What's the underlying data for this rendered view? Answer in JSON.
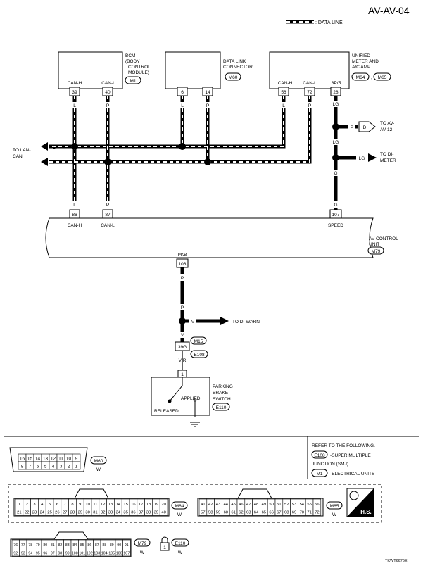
{
  "title": "AV-AV-04",
  "legend": {
    "label": ": DATA LINE"
  },
  "bcm": {
    "name_lines": [
      "BCM",
      "(BODY",
      "CONTROL",
      "MODULE)"
    ],
    "ref": "M1",
    "pins": [
      {
        "signal": "CAN-H",
        "pin": "39",
        "color": "L"
      },
      {
        "signal": "CAN-L",
        "pin": "40",
        "color": "P"
      }
    ]
  },
  "dlc": {
    "name_lines": [
      "DATA LINK",
      "CONNECTOR"
    ],
    "ref": "M60",
    "pins": [
      {
        "pin": "6",
        "color": "L"
      },
      {
        "pin": "14",
        "color": "P"
      }
    ]
  },
  "meter": {
    "name_lines": [
      "UNIFIED",
      "METER AND",
      "A/C AMP."
    ],
    "refs": [
      "M64",
      ",",
      "M65"
    ],
    "pins": [
      {
        "signal": "CAN-H",
        "pin": "56",
        "color": "L"
      },
      {
        "signal": "CAN-L",
        "pin": "72",
        "color": "P"
      },
      {
        "signal": "8P/R",
        "pin": "28",
        "color": "LG"
      }
    ]
  },
  "to_lan": {
    "label_lines": [
      "TO LAN-",
      "CAN"
    ],
    "wires": [
      "L",
      "P"
    ]
  },
  "branches": [
    {
      "wire": "P",
      "dest_lines": [
        "TO AV-",
        "AV-12"
      ],
      "connector": "D"
    },
    {
      "wire": "LG",
      "dest_lines": [
        "TO DI-",
        "METER"
      ]
    }
  ],
  "meter_wires": [
    "LG",
    "G"
  ],
  "av_unit": {
    "name_lines": [
      "AV CONTROL",
      "UNIT"
    ],
    "ref": "M79",
    "pins": [
      {
        "signal": "CAN-H",
        "pin": "86",
        "color": "L"
      },
      {
        "signal": "CAN-L",
        "pin": "87",
        "color": "P"
      },
      {
        "signal": "SPEED",
        "pin": "107",
        "color": "G"
      },
      {
        "signal": "PKB",
        "pin": "106",
        "color": "P"
      }
    ]
  },
  "pkb_wire": {
    "colors": [
      "P",
      "P",
      "V"
    ],
    "branch": {
      "wire": "V",
      "dest": "TO DI-WARN"
    },
    "joint": {
      "pin": "39G",
      "refs": [
        "M15",
        "E108"
      ],
      "wire_after": "V/R"
    }
  },
  "switch": {
    "name_lines": [
      "PARKING",
      "BRAKE",
      "SWITCH"
    ],
    "ref": "E110",
    "pin": "1",
    "states": [
      "APPLIED",
      "RELEASED"
    ]
  },
  "reference": {
    "heading": "REFER TO THE FOLLOWING.",
    "items": [
      {
        "ref": "E108",
        "text": "-SUPER MULTIPLE"
      },
      {
        "ref": "",
        "text": "JUNCTION (SMJ)"
      },
      {
        "ref": "M1",
        "text": "-ELECTRICAL UNITS"
      }
    ]
  },
  "connectors": {
    "m60": {
      "id": "M60",
      "color": "W",
      "top": [
        "16",
        "15",
        "14",
        "13",
        "12",
        "11",
        "10",
        "9"
      ],
      "bottom": [
        "8",
        "7",
        "6",
        "5",
        "4",
        "3",
        "2",
        "1"
      ]
    },
    "m64": {
      "id": "M64",
      "color": "W",
      "top": [
        "1",
        "2",
        "3",
        "4",
        "5",
        "6",
        "7",
        "8",
        "9",
        "10",
        "11",
        "12",
        "13",
        "14",
        "15",
        "16",
        "17",
        "18",
        "19",
        "20"
      ],
      "bottom": [
        "21",
        "22",
        "23",
        "24",
        "25",
        "26",
        "27",
        "28",
        "29",
        "30",
        "31",
        "32",
        "33",
        "34",
        "35",
        "36",
        "37",
        "38",
        "39",
        "40"
      ]
    },
    "m65": {
      "id": "M65",
      "color": "W",
      "top": [
        "41",
        "42",
        "43",
        "44",
        "45",
        "46",
        "47",
        "48",
        "49",
        "50",
        "51",
        "52",
        "53",
        "54",
        "55",
        "56"
      ],
      "bottom": [
        "57",
        "58",
        "59",
        "60",
        "61",
        "62",
        "63",
        "64",
        "65",
        "66",
        "67",
        "68",
        "69",
        "70",
        "71",
        "72"
      ]
    },
    "m79": {
      "id": "M79",
      "color": "W",
      "top": [
        "76",
        "77",
        "78",
        "79",
        "80",
        "81",
        "82",
        "83",
        "84",
        "85",
        "86",
        "87",
        "88",
        "89",
        "90",
        "91"
      ],
      "bottom": [
        "92",
        "93",
        "94",
        "95",
        "96",
        "97",
        "98",
        "99",
        "100",
        "101",
        "102",
        "103",
        "104",
        "105",
        "106",
        "107"
      ]
    },
    "e110": {
      "id": "E110",
      "color": "W",
      "pin": "1"
    }
  },
  "hs_label": "H.S.",
  "figure_code": "TKWT6676E"
}
